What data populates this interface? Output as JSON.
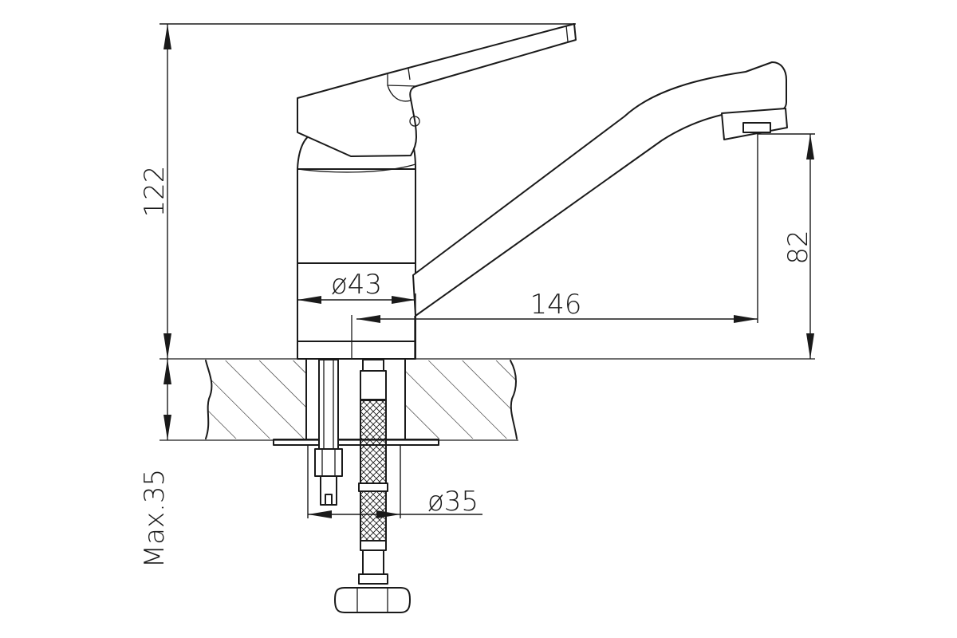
{
  "dimensions": {
    "height_total": "122",
    "spout_height": "82",
    "body_diameter": "ø43",
    "spout_reach": "146",
    "hole_diameter": "ø35",
    "max_thickness": "Max.35"
  }
}
